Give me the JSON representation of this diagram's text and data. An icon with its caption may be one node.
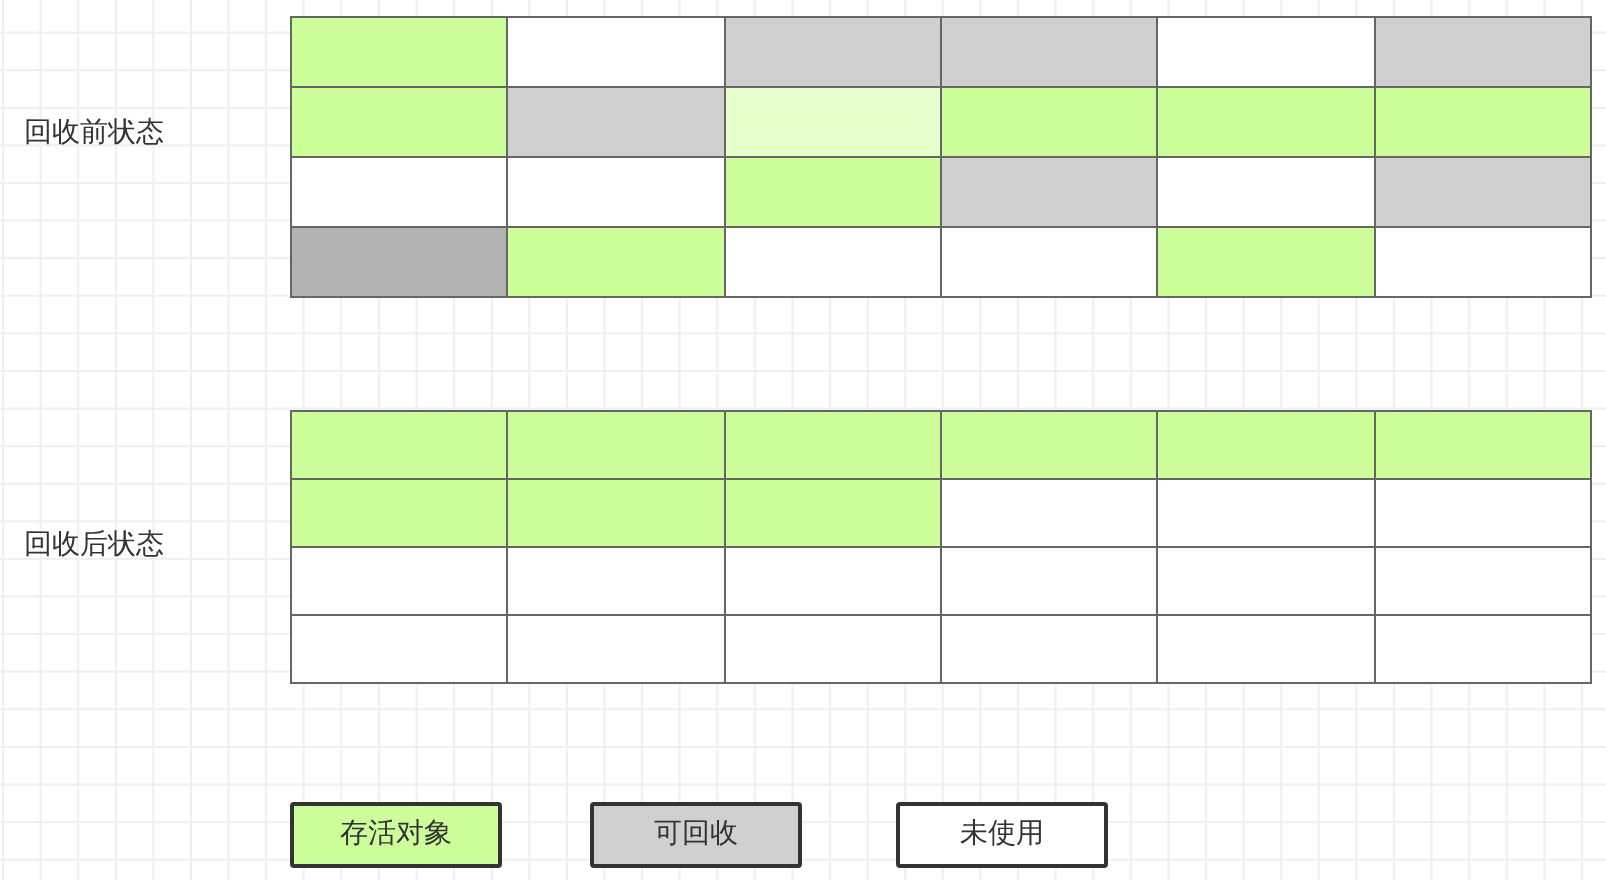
{
  "diagram": {
    "nodes": [
      {
        "text": [],
        "shape": "box"
      },
      {
        "text": [],
        "shape": "box"
      },
      {
        "text": [],
        "shape": "box"
      },
      {
        "text": [],
        "shape": "box"
      },
      {
        "text": [],
        "shape": "box"
      },
      {
        "text": [],
        "shape": "box"
      },
      {
        "text": [],
        "shape": "box"
      },
      {
        "text": [],
        "shape": "box"
      },
      {
        "text": [],
        "shape": "box"
      },
      {
        "text": [],
        "shape": "box"
      },
      {
        "text": [],
        "shape": "box"
      },
      {
        "text": [],
        "shape": "box"
      },
      {
        "text": [],
        "shape": "box"
      },
      {
        "text": [],
        "shape": "box"
      },
      {
        "text": [],
        "shape": "box"
      },
      {
        "text": [],
        "shape": "box"
      },
      {
        "text": [],
        "shape": "box"
      },
      {
        "text": [],
        "shape": "box"
      },
      {
        "text": [],
        "shape": "box"
      },
      {
        "text": [],
        "shape": "box"
      },
      {
        "text": [],
        "shape": "box"
      },
      {
        "text": [],
        "shape": "box"
      },
      {
        "text": [],
        "shape": "box"
      },
      {
        "text": [],
        "shape": "box"
      },
      {
        "text": [],
        "shape": "box"
      },
      {
        "text": [],
        "shape": "box"
      },
      {
        "text": [],
        "shape": "box"
      },
      {
        "text": [],
        "shape": "box"
      },
      {
        "text": [],
        "shape": "box"
      },
      {
        "text": [],
        "shape": "box"
      },
      {
        "text": [],
        "shape": "box"
      },
      {
        "text": [],
        "shape": "box"
      },
      {
        "text": [],
        "shape": "box"
      },
      {
        "text": [],
        "shape": "box"
      },
      {
        "text": [],
        "shape": "box"
      },
      {
        "text": [],
        "shape": "box"
      },
      {
        "text": [],
        "shape": "box"
      },
      {
        "text": [],
        "shape": "box"
      },
      {
        "text": [],
        "shape": "box"
      },
      {
        "text": [],
        "shape": "box"
      },
      {
        "text": [],
        "shape": "box"
      },
      {
        "text": [],
        "shape": "box"
      },
      {
        "text": [],
        "shape": "box"
      },
      {
        "text": [],
        "shape": "box"
      },
      {
        "text": [],
        "shape": "box"
      },
      {
        "text": [],
        "shape": "box"
      },
      {
        "text": [],
        "shape": "box"
      },
      {
        "text": [],
        "shape": "box"
      }
    ],
    "labels": [
      "回收前状态",
      "回收后状态"
    ],
    "legend": [
      {
        "text": "存活对象",
        "color": "#ccff99"
      },
      {
        "text": "可回收",
        "color": "#d0d0d0"
      },
      {
        "text": "未使用",
        "color": "#ffffff"
      }
    ]
  }
}
